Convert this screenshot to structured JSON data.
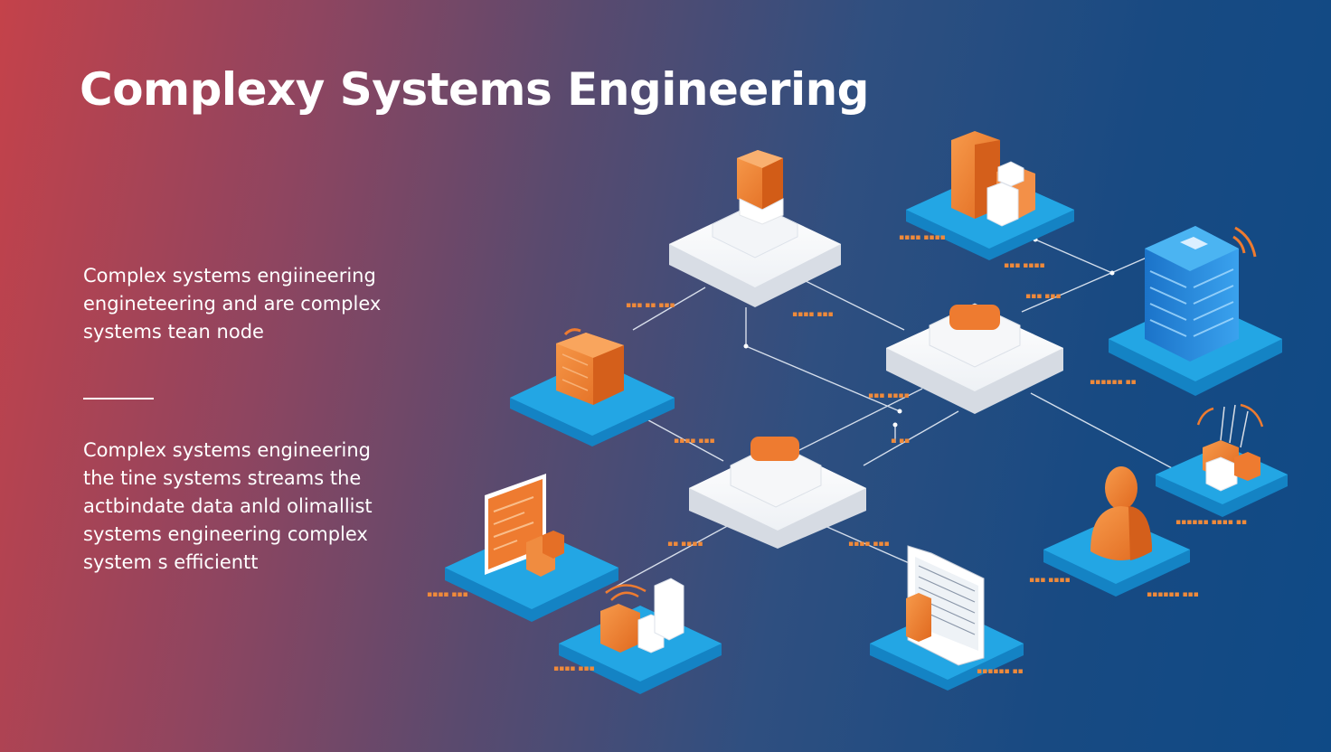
{
  "title": "Complexy Systems Engineering",
  "paragraph_1": [
    "Complex systems engiineering",
    "engineteering and are complex",
    "systems tean node"
  ],
  "paragraph_2": [
    "Complex systems  engineering",
    "the tine  systems streams the",
    "actbindate data anld olimallist",
    "systems engineering  complex",
    "system s efficientt"
  ],
  "colors": {
    "accent_orange": "#ee7b30",
    "platform_blue": "#1f9ad6",
    "hub_white": "#ffffff"
  },
  "diagram": {
    "nodes": [
      {
        "id": "hub-top",
        "kind": "hub",
        "icon": "cube-icon"
      },
      {
        "id": "hub-center",
        "kind": "hub",
        "icon": "chip-icon"
      },
      {
        "id": "hub-lower",
        "kind": "hub",
        "icon": "chip-icon"
      },
      {
        "id": "warehouse-platform",
        "kind": "platform",
        "icon": "stacked-boxes-icon"
      },
      {
        "id": "server-platform",
        "kind": "platform",
        "icon": "database-server-icon"
      },
      {
        "id": "storage-platform",
        "kind": "platform",
        "icon": "cabinet-icon"
      },
      {
        "id": "wireless-platform",
        "kind": "platform",
        "icon": "antenna-icon"
      },
      {
        "id": "monitor-platform",
        "kind": "platform",
        "icon": "monitor-icon"
      },
      {
        "id": "user-platform",
        "kind": "platform",
        "icon": "user-icon"
      },
      {
        "id": "signal-platform",
        "kind": "platform",
        "icon": "signal-icon"
      },
      {
        "id": "report-platform",
        "kind": "platform",
        "icon": "document-icon"
      }
    ]
  }
}
